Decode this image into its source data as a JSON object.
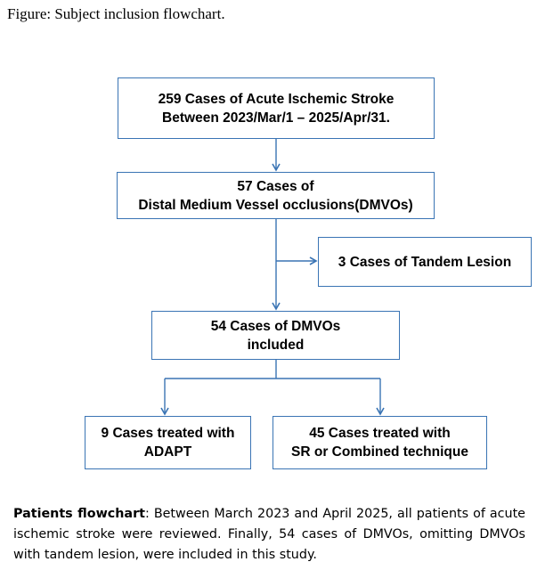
{
  "figure_title": "Figure: Subject inclusion flowchart.",
  "colors": {
    "box_border": "#3a74b4",
    "arrow": "#3a74b4",
    "text": "#000000",
    "background": "#ffffff"
  },
  "flowchart": {
    "total": {
      "line1": "259 Cases of Acute Ischemic Stroke",
      "line2": "Between 2023/Mar/1 – 2025/Apr/31."
    },
    "dmvo": {
      "line1": "57 Cases of",
      "line2": "Distal Medium Vessel occlusions(DMVOs)"
    },
    "excluded": {
      "line1": "3 Cases of Tandem Lesion"
    },
    "included": {
      "line1": "54 Cases of DMVOs",
      "line2": "included"
    },
    "adapt": {
      "line1": "9 Cases treated with",
      "line2": "ADAPT"
    },
    "sr_combined": {
      "line1": "45 Cases treated with",
      "line2": "SR or Combined technique"
    }
  },
  "caption": {
    "label": "Patients flowchart",
    "text": ": Between March 2023 and April 2025, all patients of acute ischemic stroke were reviewed. Finally, 54 cases of DMVOs, omitting DMVOs with tandem lesion, were included in this study."
  }
}
